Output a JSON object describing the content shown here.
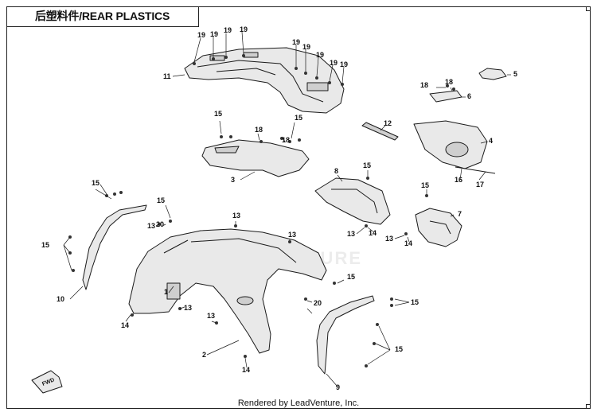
{
  "title": "后塑料件/REAR PLASTICS",
  "footer": "Rendered by LeadVenture, Inc.",
  "watermark": "LEADVENTURE",
  "direction_label": "FWD",
  "colors": {
    "line": "#1a1a1a",
    "part_fill": "#e9e9e9",
    "part_shade": "#cfcfcf"
  },
  "callouts": [
    {
      "id": "c19a",
      "label": "19"
    },
    {
      "id": "c19b",
      "label": "19"
    },
    {
      "id": "c19c",
      "label": "19"
    },
    {
      "id": "c19d",
      "label": "19"
    },
    {
      "id": "c19e",
      "label": "19"
    },
    {
      "id": "c19f",
      "label": "19"
    },
    {
      "id": "c19g",
      "label": "19"
    },
    {
      "id": "c19h",
      "label": "19"
    },
    {
      "id": "c19i",
      "label": "19"
    },
    {
      "id": "c11",
      "label": "11"
    },
    {
      "id": "c5",
      "label": "5"
    },
    {
      "id": "c18a",
      "label": "18"
    },
    {
      "id": "c18b",
      "label": "18"
    },
    {
      "id": "c6",
      "label": "6"
    },
    {
      "id": "c15a",
      "label": "15"
    },
    {
      "id": "c18c",
      "label": "18"
    },
    {
      "id": "c15b",
      "label": "15"
    },
    {
      "id": "c18d",
      "label": "18"
    },
    {
      "id": "c3",
      "label": "3"
    },
    {
      "id": "c12",
      "label": "12"
    },
    {
      "id": "c4",
      "label": "4"
    },
    {
      "id": "c16",
      "label": "16"
    },
    {
      "id": "c17",
      "label": "17"
    },
    {
      "id": "c8",
      "label": "8"
    },
    {
      "id": "c15c",
      "label": "15"
    },
    {
      "id": "c13a",
      "label": "13"
    },
    {
      "id": "c14a",
      "label": "14"
    },
    {
      "id": "c15d",
      "label": "15"
    },
    {
      "id": "c7",
      "label": "7"
    },
    {
      "id": "c13b",
      "label": "13"
    },
    {
      "id": "c14b",
      "label": "14"
    },
    {
      "id": "c15e",
      "label": "15"
    },
    {
      "id": "c15f",
      "label": "15"
    },
    {
      "id": "c15g",
      "label": "15"
    },
    {
      "id": "c10",
      "label": "10"
    },
    {
      "id": "c13c",
      "label": "13"
    },
    {
      "id": "c20a",
      "label": "20"
    },
    {
      "id": "c13d",
      "label": "13"
    },
    {
      "id": "c13e",
      "label": "13"
    },
    {
      "id": "c1",
      "label": "1"
    },
    {
      "id": "c13f",
      "label": "13"
    },
    {
      "id": "c14c",
      "label": "14"
    },
    {
      "id": "c15h",
      "label": "15"
    },
    {
      "id": "c20b",
      "label": "20"
    },
    {
      "id": "c13g",
      "label": "13"
    },
    {
      "id": "c15i",
      "label": "15"
    },
    {
      "id": "c15j",
      "label": "15"
    },
    {
      "id": "c2",
      "label": "2"
    },
    {
      "id": "c14d",
      "label": "14"
    },
    {
      "id": "c9",
      "label": "9"
    }
  ]
}
